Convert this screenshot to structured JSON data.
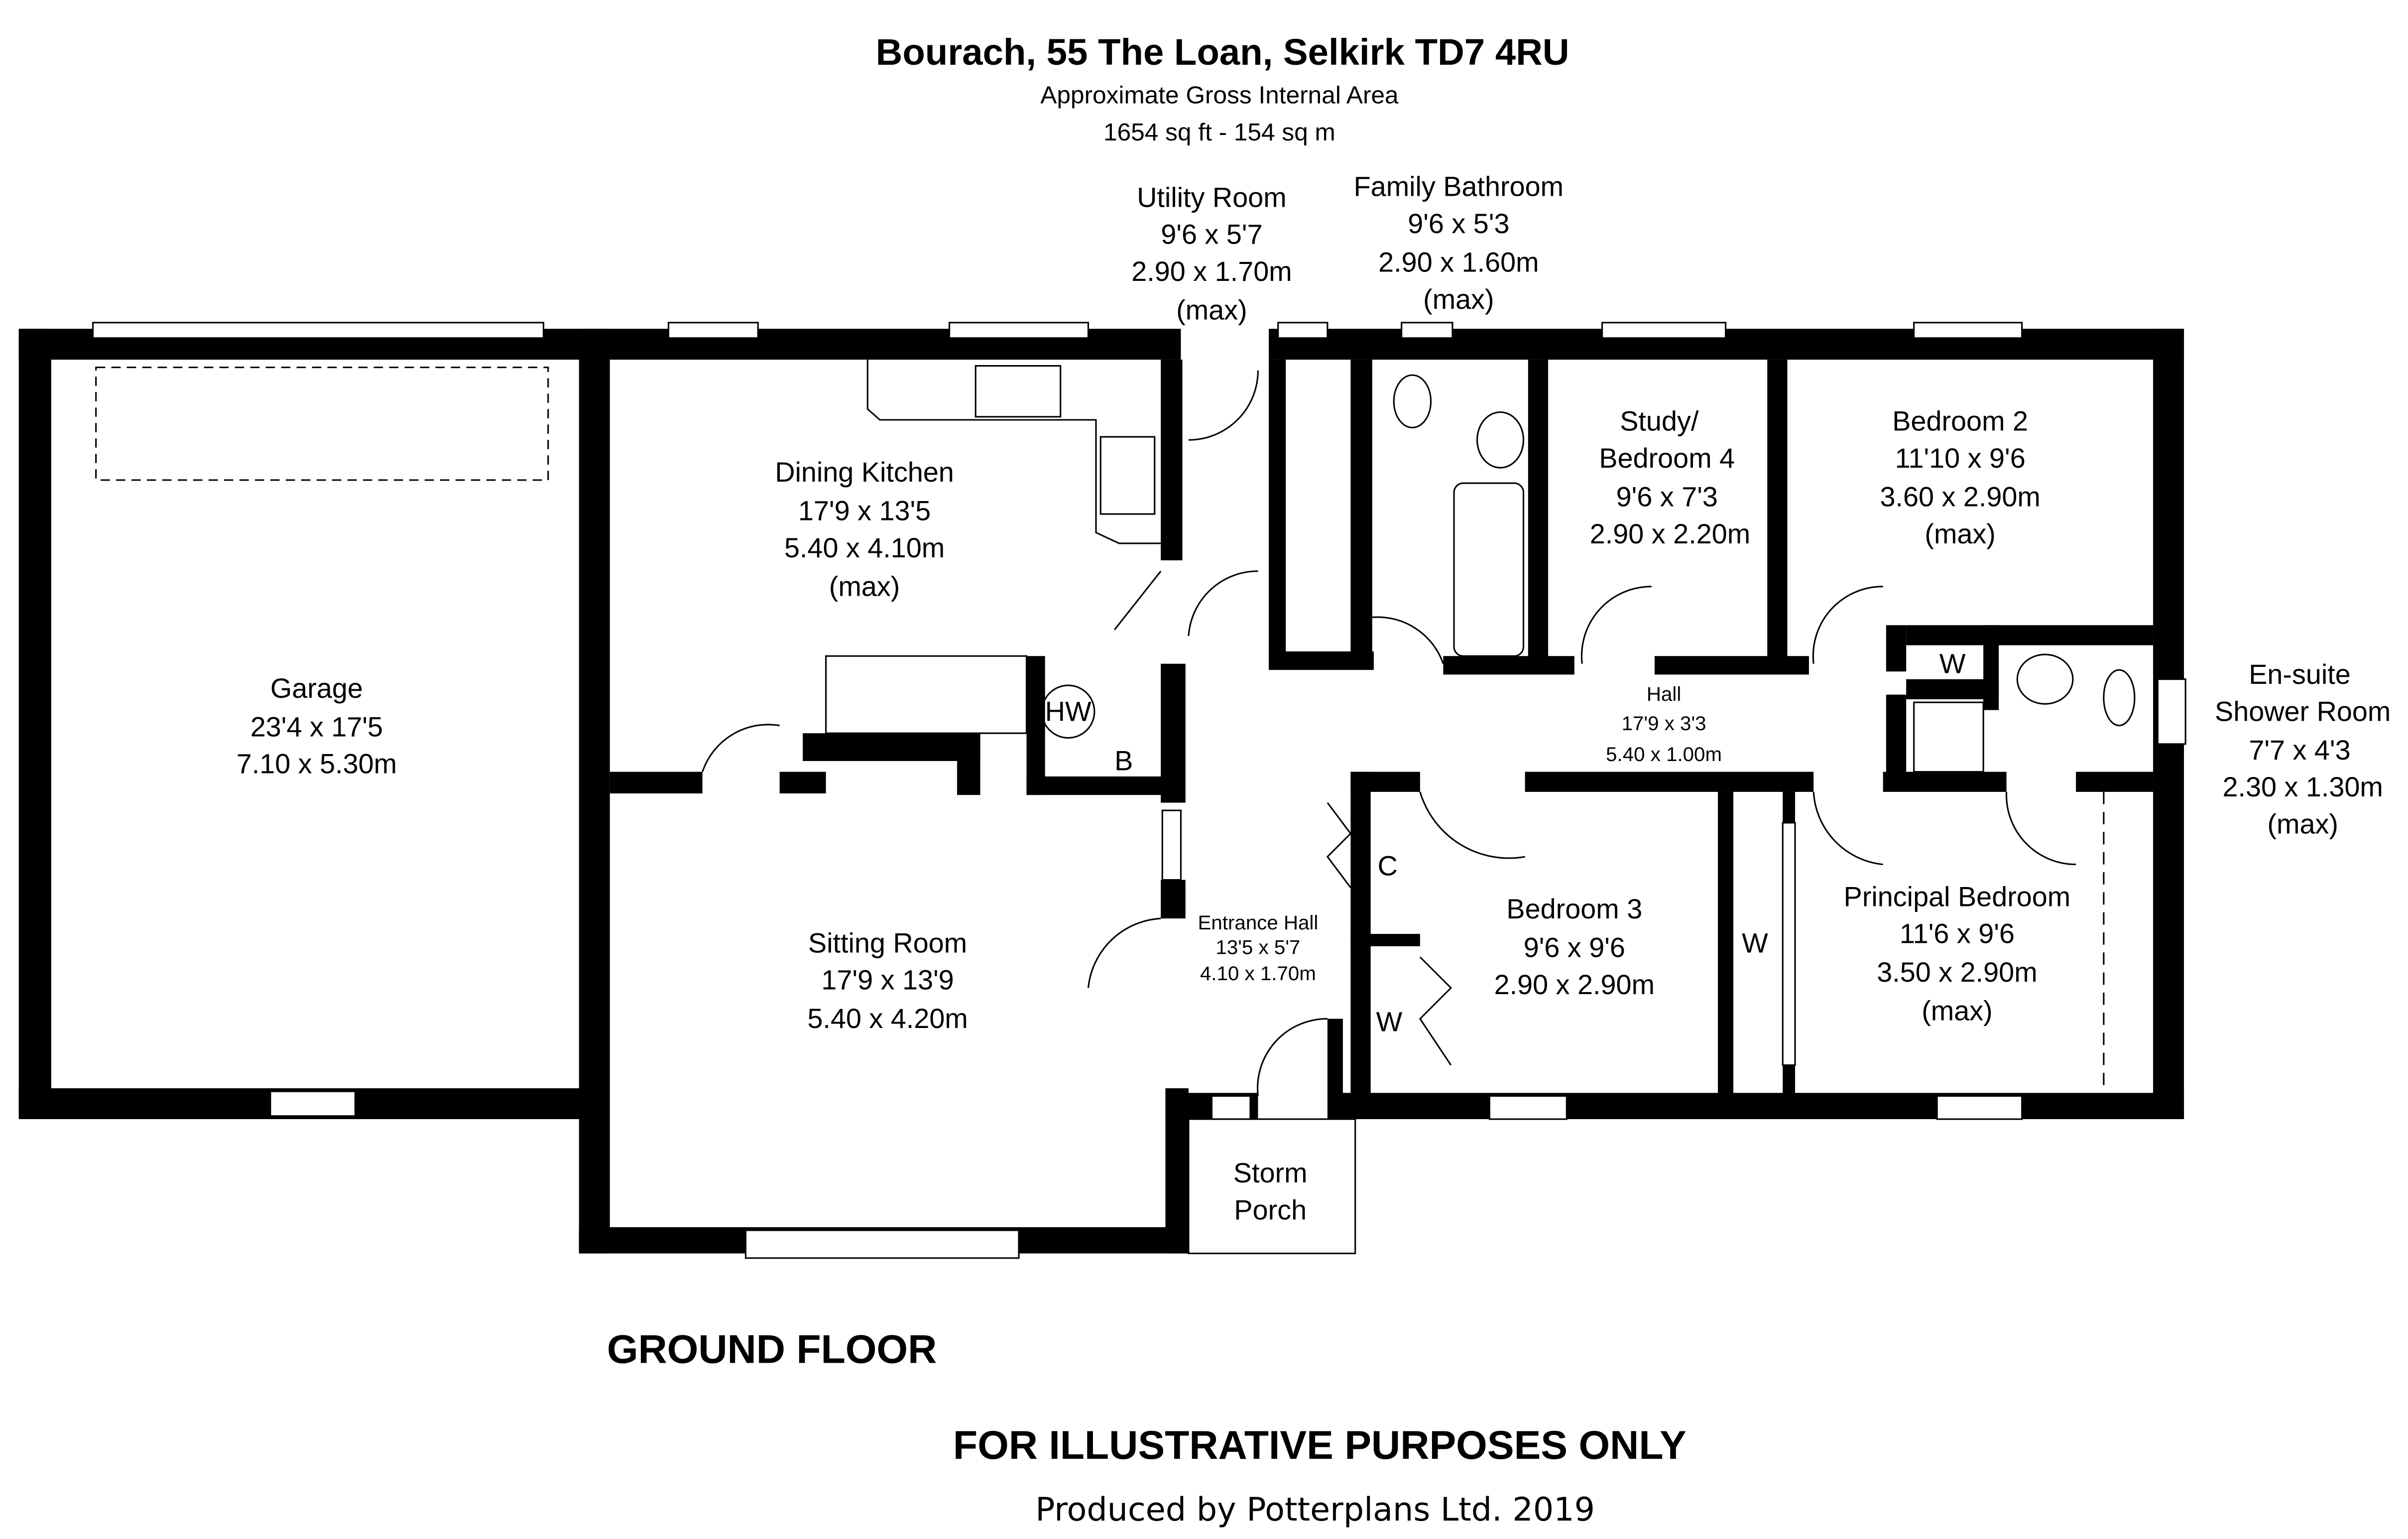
{
  "header": {
    "title": "Bourach, 55 The Loan, Selkirk TD7 4RU",
    "subtitle": "Approximate Gross Internal Area",
    "area": "1654 sq ft - 154 sq m"
  },
  "rooms": {
    "garage": {
      "name": "Garage",
      "imperial": "23'4 x 17'5",
      "metric": "7.10 x 5.30m"
    },
    "dining_kitchen": {
      "name": "Dining Kitchen",
      "imperial": "17'9 x 13'5",
      "metric": "5.40 x 4.10m",
      "note": "(max)"
    },
    "utility": {
      "name": "Utility Room",
      "imperial": "9'6 x 5'7",
      "metric": "2.90 x 1.70m",
      "note": "(max)"
    },
    "bathroom": {
      "name": "Family Bathroom",
      "imperial": "9'6 x 5'3",
      "metric": "2.90 x 1.60m",
      "note": "(max)"
    },
    "study": {
      "name": "Study/",
      "name2": "Bedroom 4",
      "imperial": "9'6 x 7'3",
      "metric": "2.90 x 2.20m"
    },
    "bedroom2": {
      "name": "Bedroom 2",
      "imperial": "11'10 x 9'6",
      "metric": "3.60 x 2.90m",
      "note": "(max)"
    },
    "ensuite": {
      "name": "En-suite",
      "name2": "Shower Room",
      "imperial": "7'7 x 4'3",
      "metric": "2.30 x 1.30m",
      "note": "(max)"
    },
    "hall": {
      "name": "Hall",
      "imperial": "17'9 x 3'3",
      "metric": "5.40 x 1.00m"
    },
    "sitting": {
      "name": "Sitting Room",
      "imperial": "17'9 x 13'9",
      "metric": "5.40 x 4.20m"
    },
    "entrance": {
      "name": "Entrance Hall",
      "imperial": "13'5 x 5'7",
      "metric": "4.10 x 1.70m"
    },
    "bedroom3": {
      "name": "Bedroom 3",
      "imperial": "9'6 x 9'6",
      "metric": "2.90 x 2.90m"
    },
    "principal": {
      "name": "Principal Bedroom",
      "imperial": "11'6 x 9'6",
      "metric": "3.50 x 2.90m",
      "note": "(max)"
    },
    "porch": {
      "name": "Storm",
      "name2": "Porch"
    }
  },
  "fixtures": {
    "hw": "HW",
    "boiler": "B",
    "cupboard": "C",
    "wardrobe": "W"
  },
  "footer": {
    "floor": "GROUND FLOOR",
    "disclaimer": "FOR ILLUSTRATIVE PURPOSES ONLY",
    "producer": "Produced by Potterplans Ltd. 2019"
  }
}
